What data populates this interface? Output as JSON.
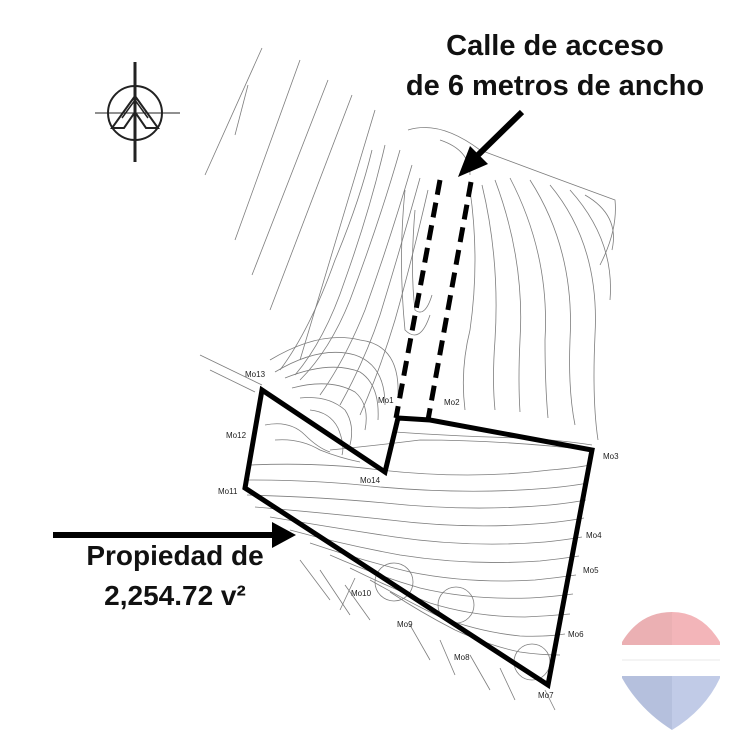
{
  "captions": {
    "access_road": [
      "Calle de acceso",
      "de 6 metros de ancho"
    ],
    "property": [
      "Propiedad de",
      "2,254.72 v²"
    ]
  },
  "boundary_markers": [
    "Mo1",
    "Mo2",
    "Mo3",
    "Mo4",
    "Mo5",
    "Mo6",
    "Mo7",
    "Mo8",
    "Mo9",
    "Mo10",
    "Mo11",
    "Mo12",
    "Mo13",
    "Mo14"
  ],
  "icons": {
    "north_arrow": "north-arrow-icon",
    "brand_logo": "red-white-blue-shield-logo"
  },
  "colors": {
    "boundary": "#000000",
    "contours": "#7d7d7d",
    "logo_red": "#e8a3a6",
    "logo_blue": "#a9b6d8"
  }
}
